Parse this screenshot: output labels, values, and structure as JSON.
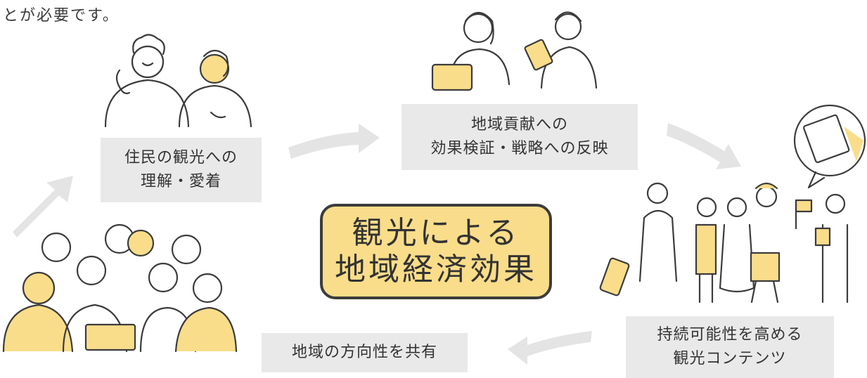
{
  "intro": "とが必要です。",
  "center": {
    "line1": "観光による",
    "line2": "地域経済効果"
  },
  "cycle": [
    {
      "line1": "住民の観光への",
      "line2": "理解・愛着"
    },
    {
      "line1": "地域貢献への",
      "line2": "効果検証・戦略への反映"
    },
    {
      "line1": "持続可能性を高める",
      "line2": "観光コンテンツ"
    },
    {
      "line1": "地域の方向性を共有"
    }
  ],
  "colors": {
    "accent": "#f9dd8a",
    "box": "#e9e9e9",
    "arrow": "#e4e4e4",
    "ink": "#3c3c3c"
  }
}
